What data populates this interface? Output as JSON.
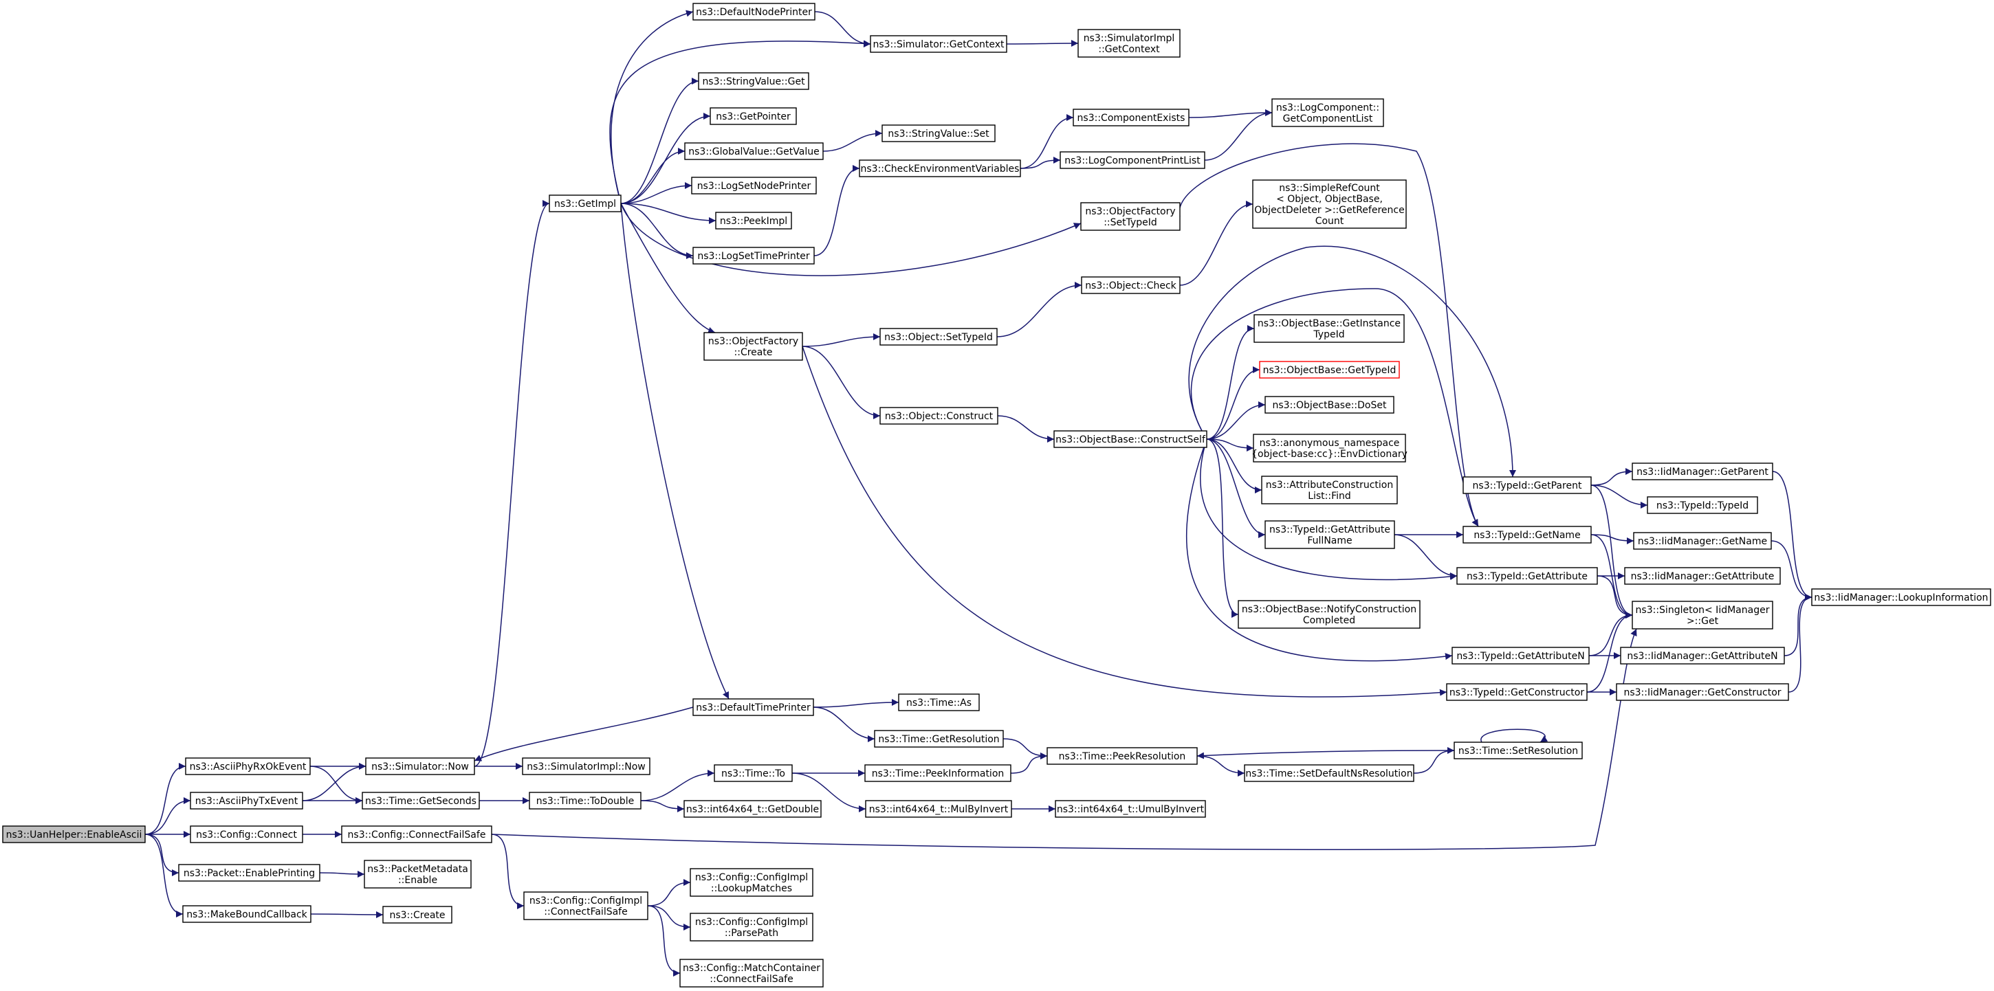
{
  "colors": {
    "edge": "#191970",
    "root_fill": "#bfbfbf",
    "missing_border": "#ff0000",
    "node_border": "#000000",
    "background": "#ffffff"
  },
  "nodes": [
    {
      "id": "EnableAscii",
      "lines": [
        "ns3::UanHelper::EnableAscii"
      ]
    },
    {
      "id": "AsciiPhyRxOkEvent",
      "lines": [
        "ns3::AsciiPhyRxOkEvent"
      ]
    },
    {
      "id": "AsciiPhyTxEvent",
      "lines": [
        "ns3::AsciiPhyTxEvent"
      ]
    },
    {
      "id": "ConfigConnect",
      "lines": [
        "ns3::Config::Connect"
      ]
    },
    {
      "id": "PacketEnablePrinting",
      "lines": [
        "ns3::Packet::EnablePrinting"
      ]
    },
    {
      "id": "MakeBoundCallback",
      "lines": [
        "ns3::MakeBoundCallback"
      ]
    },
    {
      "id": "SimulatorNow",
      "lines": [
        "ns3::Simulator::Now"
      ]
    },
    {
      "id": "TimeGetSeconds",
      "lines": [
        "ns3::Time::GetSeconds"
      ]
    },
    {
      "id": "ConfigConnectFailSafe",
      "lines": [
        "ns3::Config::ConnectFailSafe"
      ]
    },
    {
      "id": "PacketMetadataEnable",
      "lines": [
        "ns3::PacketMetadata",
        "::Enable"
      ]
    },
    {
      "id": "Create",
      "lines": [
        "ns3::Create"
      ]
    },
    {
      "id": "GetImpl",
      "lines": [
        "ns3::GetImpl"
      ]
    },
    {
      "id": "SimulatorImplNow",
      "lines": [
        "ns3::SimulatorImpl::Now"
      ]
    },
    {
      "id": "TimeToDouble",
      "lines": [
        "ns3::Time::ToDouble"
      ]
    },
    {
      "id": "ConfigImplConnectFailSafe",
      "lines": [
        "ns3::Config::ConfigImpl",
        "::ConnectFailSafe"
      ]
    },
    {
      "id": "DefaultNodePrinter",
      "lines": [
        "ns3::DefaultNodePrinter"
      ]
    },
    {
      "id": "StringValueGet",
      "lines": [
        "ns3::StringValue::Get"
      ]
    },
    {
      "id": "GetPointer",
      "lines": [
        "ns3::GetPointer"
      ]
    },
    {
      "id": "GlobalValueGetValue",
      "lines": [
        "ns3::GlobalValue::GetValue"
      ]
    },
    {
      "id": "LogSetNodePrinter",
      "lines": [
        "ns3::LogSetNodePrinter"
      ]
    },
    {
      "id": "PeekImpl",
      "lines": [
        "ns3::PeekImpl"
      ]
    },
    {
      "id": "LogSetTimePrinter",
      "lines": [
        "ns3::LogSetTimePrinter"
      ]
    },
    {
      "id": "ObjectFactoryCreate",
      "lines": [
        "ns3::ObjectFactory",
        "::Create"
      ]
    },
    {
      "id": "DefaultTimePrinter",
      "lines": [
        "ns3::DefaultTimePrinter"
      ]
    },
    {
      "id": "TimeTo",
      "lines": [
        "ns3::Time::To"
      ]
    },
    {
      "id": "Int64GetDouble",
      "lines": [
        "ns3::int64x64_t::GetDouble"
      ]
    },
    {
      "id": "ConfigImplLookupMatches",
      "lines": [
        "ns3::Config::ConfigImpl",
        "::LookupMatches"
      ]
    },
    {
      "id": "ConfigImplParsePath",
      "lines": [
        "ns3::Config::ConfigImpl",
        "::ParsePath"
      ]
    },
    {
      "id": "MatchContainerConnectFailSafe",
      "lines": [
        "ns3::Config::MatchContainer",
        "::ConnectFailSafe"
      ]
    },
    {
      "id": "SimulatorGetContext",
      "lines": [
        "ns3::Simulator::GetContext"
      ]
    },
    {
      "id": "StringValueSet",
      "lines": [
        "ns3::StringValue::Set"
      ]
    },
    {
      "id": "CheckEnvironmentVariables",
      "lines": [
        "ns3::CheckEnvironmentVariables"
      ]
    },
    {
      "id": "ObjectSetTypeId",
      "lines": [
        "ns3::Object::SetTypeId"
      ]
    },
    {
      "id": "ObjectConstruct",
      "lines": [
        "ns3::Object::Construct"
      ]
    },
    {
      "id": "TimeAs",
      "lines": [
        "ns3::Time::As"
      ]
    },
    {
      "id": "TimeGetResolution",
      "lines": [
        "ns3::Time::GetResolution"
      ]
    },
    {
      "id": "TimePeekInformation",
      "lines": [
        "ns3::Time::PeekInformation"
      ]
    },
    {
      "id": "Int64MulByInvert",
      "lines": [
        "ns3::int64x64_t::MulByInvert"
      ]
    },
    {
      "id": "SimulatorImplGetContext",
      "lines": [
        "ns3::SimulatorImpl",
        "::GetContext"
      ]
    },
    {
      "id": "ComponentExists",
      "lines": [
        "ns3::ComponentExists"
      ]
    },
    {
      "id": "LogComponentPrintList",
      "lines": [
        "ns3::LogComponentPrintList"
      ]
    },
    {
      "id": "ObjectFactorySetTypeId",
      "lines": [
        "ns3::ObjectFactory",
        "::SetTypeId"
      ]
    },
    {
      "id": "ObjectCheck",
      "lines": [
        "ns3::Object::Check"
      ]
    },
    {
      "id": "ObjectBaseConstructSelf",
      "lines": [
        "ns3::ObjectBase::ConstructSelf"
      ]
    },
    {
      "id": "TimePeekResolution",
      "lines": [
        "ns3::Time::PeekResolution"
      ]
    },
    {
      "id": "Int64UmulByInvert",
      "lines": [
        "ns3::int64x64_t::UmulByInvert"
      ]
    },
    {
      "id": "LogComponentGetComponentList",
      "lines": [
        "ns3::LogComponent::",
        "GetComponentList"
      ]
    },
    {
      "id": "SimpleRefCountGetReferenceCount",
      "lines": [
        "ns3::SimpleRefCount",
        "< Object, ObjectBase,",
        "ObjectDeleter >::GetReference",
        "Count"
      ]
    },
    {
      "id": "ObjectBaseGetInstanceTypeId",
      "lines": [
        "ns3::ObjectBase::GetInstance",
        "TypeId"
      ]
    },
    {
      "id": "ObjectBaseGetTypeId",
      "lines": [
        "ns3::ObjectBase::GetTypeId"
      ]
    },
    {
      "id": "ObjectBaseDoSet",
      "lines": [
        "ns3::ObjectBase::DoSet"
      ]
    },
    {
      "id": "EnvDictionary",
      "lines": [
        "ns3::anonymous_namespace",
        "{object-base:cc}::EnvDictionary"
      ]
    },
    {
      "id": "AttributeConstructionListFind",
      "lines": [
        "ns3::AttributeConstruction",
        "List::Find"
      ]
    },
    {
      "id": "TypeIdGetAttributeFullName",
      "lines": [
        "ns3::TypeId::GetAttribute",
        "FullName"
      ]
    },
    {
      "id": "ObjectBaseNotifyConstructionCompleted",
      "lines": [
        "ns3::ObjectBase::NotifyConstruction",
        "Completed"
      ]
    },
    {
      "id": "TimeSetDefaultNsResolution",
      "lines": [
        "ns3::Time::SetDefaultNsResolution"
      ]
    },
    {
      "id": "TypeIdGetParent",
      "lines": [
        "ns3::TypeId::GetParent"
      ]
    },
    {
      "id": "TypeIdGetName",
      "lines": [
        "ns3::TypeId::GetName"
      ]
    },
    {
      "id": "TypeIdGetAttribute",
      "lines": [
        "ns3::TypeId::GetAttribute"
      ]
    },
    {
      "id": "TypeIdGetAttributeN",
      "lines": [
        "ns3::TypeId::GetAttributeN"
      ]
    },
    {
      "id": "TypeIdGetConstructor",
      "lines": [
        "ns3::TypeId::GetConstructor"
      ]
    },
    {
      "id": "TimeSetResolution",
      "lines": [
        "ns3::Time::SetResolution"
      ]
    },
    {
      "id": "IidManagerGetParent",
      "lines": [
        "ns3::IidManager::GetParent"
      ]
    },
    {
      "id": "TypeIdTypeId",
      "lines": [
        "ns3::TypeId::TypeId"
      ]
    },
    {
      "id": "IidManagerGetName",
      "lines": [
        "ns3::IidManager::GetName"
      ]
    },
    {
      "id": "IidManagerGetAttribute",
      "lines": [
        "ns3::IidManager::GetAttribute"
      ]
    },
    {
      "id": "SingletonIidManagerGet",
      "lines": [
        "ns3::Singleton< IidManager",
        ">::Get"
      ]
    },
    {
      "id": "IidManagerGetAttributeN",
      "lines": [
        "ns3::IidManager::GetAttributeN"
      ]
    },
    {
      "id": "IidManagerGetConstructor",
      "lines": [
        "ns3::IidManager::GetConstructor"
      ]
    },
    {
      "id": "IidManagerLookupInformation",
      "lines": [
        "ns3::IidManager::LookupInformation"
      ]
    }
  ],
  "edges": [
    [
      "EnableAscii",
      "AsciiPhyRxOkEvent"
    ],
    [
      "EnableAscii",
      "AsciiPhyTxEvent"
    ],
    [
      "EnableAscii",
      "ConfigConnect"
    ],
    [
      "EnableAscii",
      "PacketEnablePrinting"
    ],
    [
      "EnableAscii",
      "MakeBoundCallback"
    ],
    [
      "AsciiPhyRxOkEvent",
      "SimulatorNow"
    ],
    [
      "AsciiPhyRxOkEvent",
      "TimeGetSeconds"
    ],
    [
      "AsciiPhyTxEvent",
      "SimulatorNow"
    ],
    [
      "AsciiPhyTxEvent",
      "TimeGetSeconds"
    ],
    [
      "ConfigConnect",
      "ConfigConnectFailSafe"
    ],
    [
      "PacketEnablePrinting",
      "PacketMetadataEnable"
    ],
    [
      "MakeBoundCallback",
      "Create"
    ],
    [
      "SimulatorNow",
      "GetImpl"
    ],
    [
      "SimulatorNow",
      "SimulatorImplNow"
    ],
    [
      "TimeGetSeconds",
      "TimeToDouble"
    ],
    [
      "ConfigConnectFailSafe",
      "ConfigImplConnectFailSafe"
    ],
    [
      "ConfigConnectFailSafe",
      "SingletonIidManagerGet"
    ],
    [
      "GetImpl",
      "DefaultNodePrinter"
    ],
    [
      "GetImpl",
      "SimulatorGetContext"
    ],
    [
      "GetImpl",
      "StringValueGet"
    ],
    [
      "GetImpl",
      "GetPointer"
    ],
    [
      "GetImpl",
      "GlobalValueGetValue"
    ],
    [
      "GetImpl",
      "LogSetNodePrinter"
    ],
    [
      "GetImpl",
      "PeekImpl"
    ],
    [
      "GetImpl",
      "LogSetTimePrinter"
    ],
    [
      "GetImpl",
      "ObjectFactorySetTypeId"
    ],
    [
      "GetImpl",
      "ObjectFactoryCreate"
    ],
    [
      "GetImpl",
      "DefaultTimePrinter"
    ],
    [
      "DefaultNodePrinter",
      "SimulatorGetContext"
    ],
    [
      "SimulatorGetContext",
      "SimulatorImplGetContext"
    ],
    [
      "GlobalValueGetValue",
      "StringValueSet"
    ],
    [
      "LogSetTimePrinter",
      "CheckEnvironmentVariables"
    ],
    [
      "CheckEnvironmentVariables",
      "ComponentExists"
    ],
    [
      "CheckEnvironmentVariables",
      "LogComponentPrintList"
    ],
    [
      "ComponentExists",
      "LogComponentGetComponentList"
    ],
    [
      "LogComponentPrintList",
      "LogComponentGetComponentList"
    ],
    [
      "ObjectFactorySetTypeId",
      "TypeIdGetName"
    ],
    [
      "ObjectFactoryCreate",
      "ObjectSetTypeId"
    ],
    [
      "ObjectFactoryCreate",
      "ObjectConstruct"
    ],
    [
      "ObjectFactoryCreate",
      "TypeIdGetConstructor"
    ],
    [
      "ObjectSetTypeId",
      "ObjectCheck"
    ],
    [
      "ObjectCheck",
      "SimpleRefCountGetReferenceCount"
    ],
    [
      "ObjectConstruct",
      "ObjectBaseConstructSelf"
    ],
    [
      "ObjectBaseConstructSelf",
      "TypeIdGetParent"
    ],
    [
      "ObjectBaseConstructSelf",
      "TypeIdGetName"
    ],
    [
      "ObjectBaseConstructSelf",
      "ObjectBaseGetInstanceTypeId"
    ],
    [
      "ObjectBaseConstructSelf",
      "ObjectBaseGetTypeId"
    ],
    [
      "ObjectBaseConstructSelf",
      "ObjectBaseDoSet"
    ],
    [
      "ObjectBaseConstructSelf",
      "EnvDictionary"
    ],
    [
      "ObjectBaseConstructSelf",
      "AttributeConstructionListFind"
    ],
    [
      "ObjectBaseConstructSelf",
      "TypeIdGetAttributeFullName"
    ],
    [
      "ObjectBaseConstructSelf",
      "TypeIdGetAttribute"
    ],
    [
      "ObjectBaseConstructSelf",
      "ObjectBaseNotifyConstructionCompleted"
    ],
    [
      "ObjectBaseConstructSelf",
      "TypeIdGetAttributeN"
    ],
    [
      "TypeIdGetAttributeFullName",
      "TypeIdGetName"
    ],
    [
      "TypeIdGetAttributeFullName",
      "TypeIdGetAttribute"
    ],
    [
      "DefaultTimePrinter",
      "SimulatorNow"
    ],
    [
      "DefaultTimePrinter",
      "TimeAs"
    ],
    [
      "DefaultTimePrinter",
      "TimeGetResolution"
    ],
    [
      "TimeGetResolution",
      "TimePeekResolution"
    ],
    [
      "TimeToDouble",
      "TimeTo"
    ],
    [
      "TimeToDouble",
      "Int64GetDouble"
    ],
    [
      "TimeTo",
      "TimePeekInformation"
    ],
    [
      "TimeTo",
      "Int64MulByInvert"
    ],
    [
      "TimePeekInformation",
      "TimePeekResolution"
    ],
    [
      "Int64MulByInvert",
      "Int64UmulByInvert"
    ],
    [
      "TimePeekResolution",
      "TimeSetDefaultNsResolution"
    ],
    [
      "TimeSetDefaultNsResolution",
      "TimeSetResolution"
    ],
    [
      "TimeSetResolution",
      "TimePeekResolution"
    ],
    [
      "TimeSetResolution",
      "TimeSetResolution"
    ],
    [
      "ConfigImplConnectFailSafe",
      "ConfigImplLookupMatches"
    ],
    [
      "ConfigImplConnectFailSafe",
      "ConfigImplParsePath"
    ],
    [
      "ConfigImplConnectFailSafe",
      "MatchContainerConnectFailSafe"
    ],
    [
      "TypeIdGetParent",
      "IidManagerGetParent"
    ],
    [
      "TypeIdGetParent",
      "TypeIdTypeId"
    ],
    [
      "TypeIdGetParent",
      "SingletonIidManagerGet"
    ],
    [
      "TypeIdGetName",
      "IidManagerGetName"
    ],
    [
      "TypeIdGetName",
      "SingletonIidManagerGet"
    ],
    [
      "TypeIdGetAttribute",
      "IidManagerGetAttribute"
    ],
    [
      "TypeIdGetAttribute",
      "SingletonIidManagerGet"
    ],
    [
      "TypeIdGetAttributeN",
      "IidManagerGetAttributeN"
    ],
    [
      "TypeIdGetAttributeN",
      "SingletonIidManagerGet"
    ],
    [
      "TypeIdGetConstructor",
      "IidManagerGetConstructor"
    ],
    [
      "TypeIdGetConstructor",
      "SingletonIidManagerGet"
    ],
    [
      "IidManagerGetParent",
      "IidManagerLookupInformation"
    ],
    [
      "IidManagerGetName",
      "IidManagerLookupInformation"
    ],
    [
      "IidManagerGetAttributeN",
      "IidManagerLookupInformation"
    ],
    [
      "IidManagerGetConstructor",
      "IidManagerLookupInformation"
    ]
  ]
}
